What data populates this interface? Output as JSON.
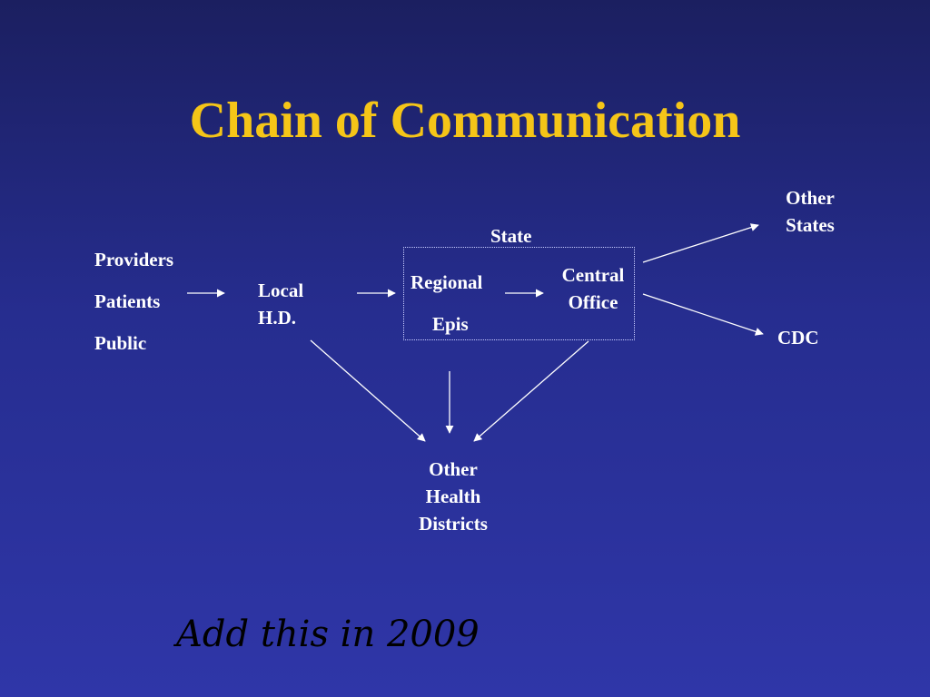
{
  "slide": {
    "title": "Chain of Communication",
    "note": "Add this in 2009"
  },
  "nodes": {
    "sources": [
      "Providers",
      "Patients",
      "Public"
    ],
    "local_hd": [
      "Local",
      "H.D."
    ],
    "state": "State",
    "regional": "Regional",
    "epis": "Epis",
    "central_office": [
      "Central",
      "Office"
    ],
    "other_states": [
      "Other",
      "States"
    ],
    "cdc": "CDC",
    "other_health_districts": [
      "Other",
      "Health",
      "Districts"
    ]
  },
  "colors": {
    "title": "#f5c518",
    "text": "#ffffff",
    "background_top": "#1b1f60",
    "background_bottom": "#2f36a8"
  }
}
